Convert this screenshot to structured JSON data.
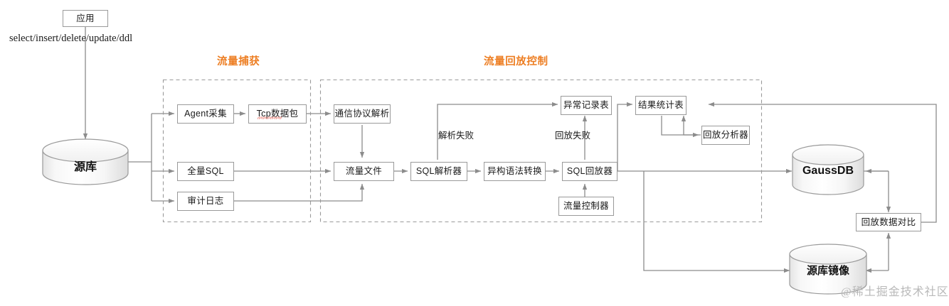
{
  "diagram": {
    "title_app": "应用",
    "query_types_label": "select/insert/delete/update/ddl",
    "sections": [
      {
        "key": "capture",
        "label": "流量捕获"
      },
      {
        "key": "replay",
        "label": "流量回放控制"
      }
    ],
    "datastores": [
      {
        "key": "source_db",
        "label": "源库"
      },
      {
        "key": "gaussdb",
        "label": "GaussDB"
      },
      {
        "key": "source_db_mirror",
        "label": "源库镜像"
      }
    ],
    "nodes": [
      {
        "key": "app",
        "label": "应用"
      },
      {
        "key": "agent_collect",
        "label": "Agent采集"
      },
      {
        "key": "tcp_packet",
        "label": "Tcp数据包"
      },
      {
        "key": "full_sql",
        "label": "全量SQL"
      },
      {
        "key": "audit_log",
        "label": "审计日志"
      },
      {
        "key": "protocol_parse",
        "label": "通信协议解析"
      },
      {
        "key": "traffic_file",
        "label": "流量文件"
      },
      {
        "key": "sql_parser",
        "label": "SQL解析器"
      },
      {
        "key": "syntax_convert",
        "label": "异构语法转换"
      },
      {
        "key": "sql_replayer",
        "label": "SQL回放器"
      },
      {
        "key": "traffic_control",
        "label": "流量控制器"
      },
      {
        "key": "exception_table",
        "label": "异常记录表"
      },
      {
        "key": "result_stats",
        "label": "结果统计表"
      },
      {
        "key": "replay_analyzer",
        "label": "回放分析器"
      },
      {
        "key": "replay_data_diff",
        "label": "回放数据对比"
      }
    ],
    "edge_labels": [
      {
        "key": "parse_fail",
        "label": "解析失败"
      },
      {
        "key": "replay_fail",
        "label": "回放失败"
      }
    ],
    "watermark": "@稀土掘金技术社区",
    "colors": {
      "section_title": "#ED7D21",
      "node_border": "#9a9a9a",
      "connector": "#8c8c8c",
      "dashed_region": "#9a9a9a",
      "spellcheck_underline": "#e23b2e"
    }
  }
}
